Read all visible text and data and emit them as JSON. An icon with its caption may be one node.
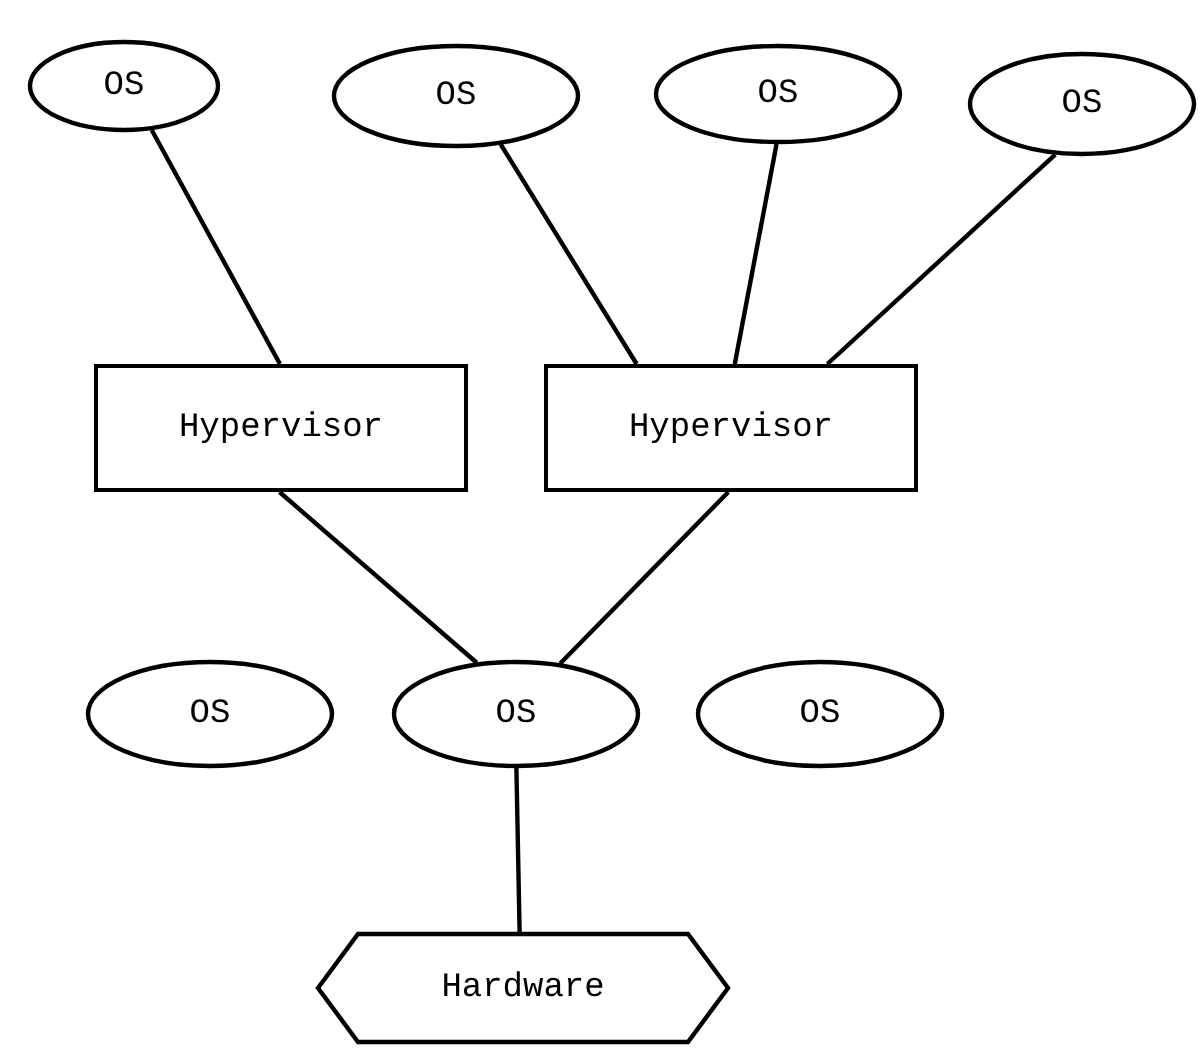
{
  "diagram": {
    "nodes": [
      {
        "text": [
          "OS"
        ]
      },
      {
        "text": [
          "OS"
        ]
      },
      {
        "text": [
          "OS"
        ]
      },
      {
        "text": [
          "OS"
        ]
      },
      {
        "text": [
          "Hypervisor"
        ]
      },
      {
        "text": [
          "Hypervisor"
        ]
      },
      {
        "text": [
          "OS"
        ]
      },
      {
        "text": [
          "OS"
        ]
      },
      {
        "text": [
          "OS"
        ]
      },
      {
        "text": [
          "Hardware"
        ]
      }
    ],
    "edges": [
      {
        "from": 0,
        "to": 4,
        "arrow": "none"
      },
      {
        "from": 1,
        "to": 5,
        "arrow": "none"
      },
      {
        "from": 2,
        "to": 5,
        "arrow": "none"
      },
      {
        "from": 3,
        "to": 5,
        "arrow": "none"
      },
      {
        "from": 4,
        "to": 7,
        "arrow": "none"
      },
      {
        "from": 5,
        "to": 7,
        "arrow": "none"
      },
      {
        "from": 7,
        "to": 9,
        "arrow": "none"
      }
    ]
  }
}
